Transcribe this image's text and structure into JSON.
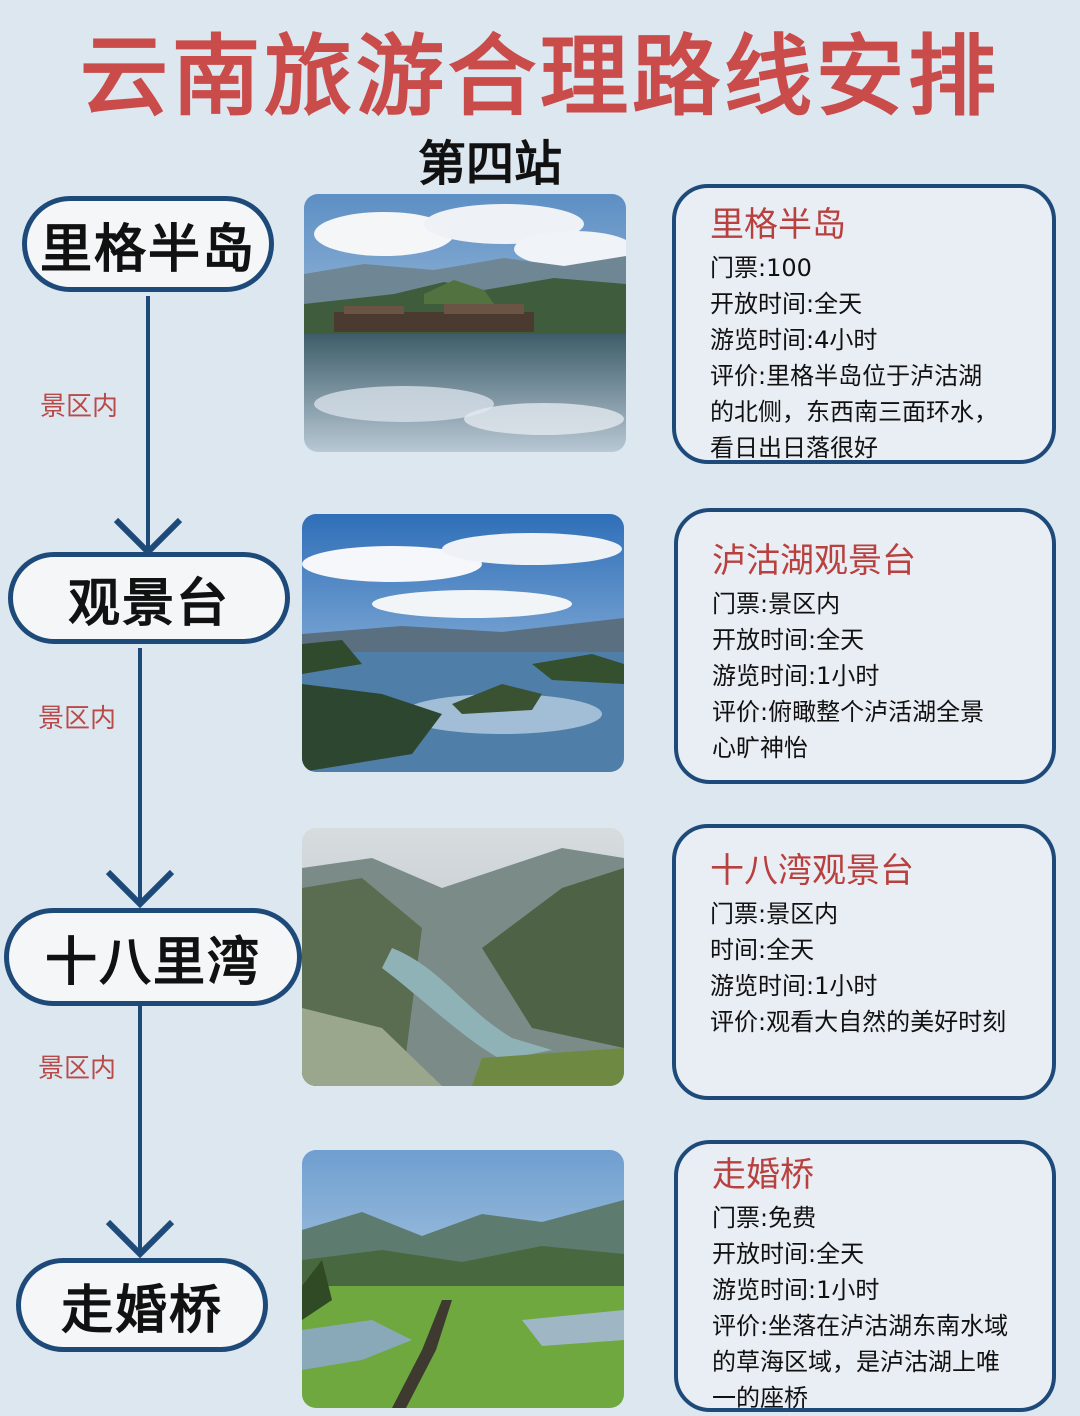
{
  "header": {
    "title": "云南旅游合理路线安排",
    "subtitle": "第四站"
  },
  "route_label": "景区内",
  "stops": [
    {
      "pill_label": "里格半岛",
      "card_title": "里格半岛",
      "lines": [
        "门票:100",
        "开放时间:全天",
        "游览时间:4小时",
        "评价:里格半岛位于泸沽湖",
        "的北侧，东西南三面环水，",
        "看日出日落很好"
      ]
    },
    {
      "pill_label": "观景台",
      "card_title": "泸沽湖观景台",
      "lines": [
        "门票:景区内",
        "开放时间:全天",
        "游览时间:1小时",
        "评价:俯瞰整个泸活湖全景",
        "心旷神怡"
      ]
    },
    {
      "pill_label": "十八里湾",
      "card_title": "十八湾观景台",
      "lines": [
        "门票:景区内",
        "时间:全天",
        "游览时间:1小时",
        "评价:观看大自然的美好时刻"
      ]
    },
    {
      "pill_label": "走婚桥",
      "card_title": "走婚桥",
      "lines": [
        "门票:免费",
        "开放时间:全天",
        "游览时间:1小时",
        "评价:坐落在泸沽湖东南水域",
        "的草海区域，是泸沽湖上唯",
        "一的座桥"
      ]
    }
  ]
}
